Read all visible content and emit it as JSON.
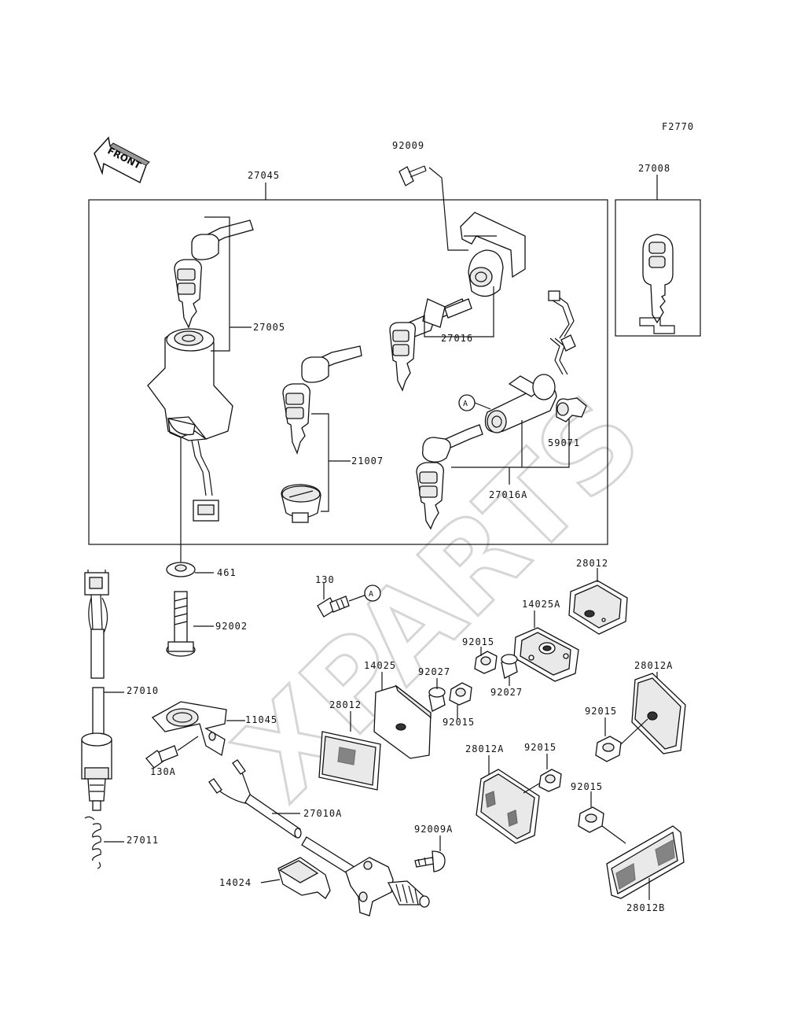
{
  "figure_code": "F2770",
  "front_label": "FRONT",
  "watermark": "XPARTS",
  "callout_symbol": "A",
  "parts": {
    "p27045": "27045",
    "p92009": "92009",
    "p27008": "27008",
    "p27005": "27005",
    "p27016": "27016",
    "p21007": "21007",
    "p59071": "59071",
    "p27016A": "27016A",
    "p461": "461",
    "p92002": "92002",
    "p130": "130",
    "p28012_top": "28012",
    "p14025A": "14025A",
    "p92015_a": "92015",
    "p92027_a": "92027",
    "p14025": "14025",
    "p92027_b": "92027",
    "p28012A_right": "28012A",
    "p27010": "27010",
    "p11045": "11045",
    "p28012_left": "28012",
    "p92015_b": "92015",
    "p92015_c": "92015",
    "p130A": "130A",
    "p28012A_mid": "28012A",
    "p92015_d": "92015",
    "p92015_e": "92015",
    "p27010A": "27010A",
    "p92009A": "92009A",
    "p27011": "27011",
    "p14024": "14024",
    "p28012B": "28012B"
  }
}
